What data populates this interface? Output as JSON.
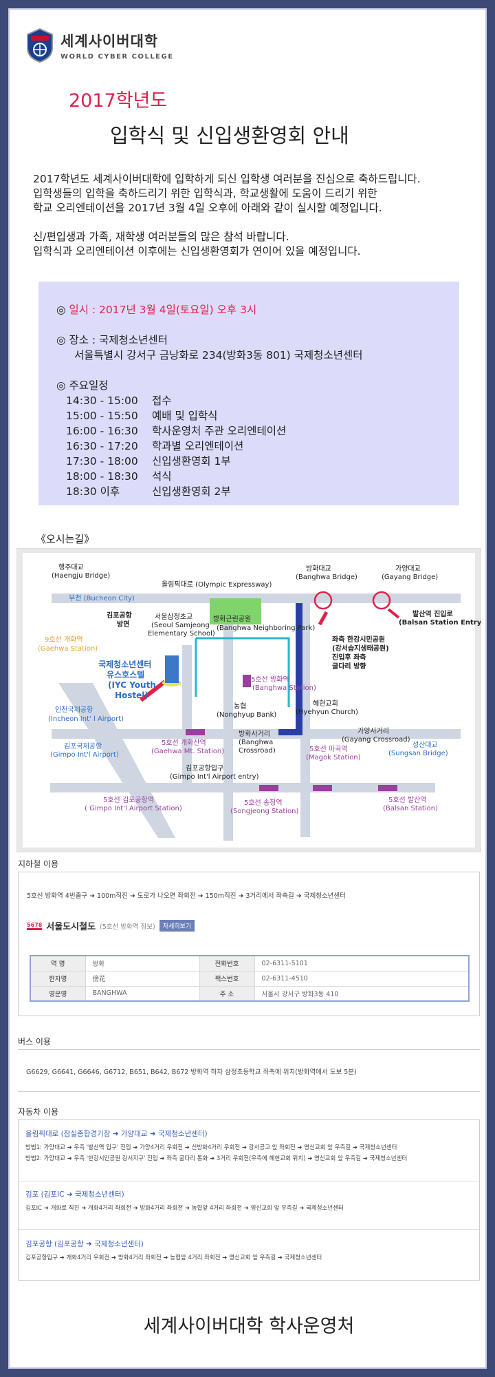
{
  "header": {
    "logo_ko": "세계사이버대학",
    "logo_en": "WORLD CYBER COLLEGE",
    "year": "2017학년도",
    "title": "입학식 및 신입생환영회 안내"
  },
  "intro": {
    "p1": [
      "2017학년도 세계사이버대학에 입학하게 되신 입학생 여러분을 진심으로 축하드립니다.",
      "입학생들의 입학을 축하드리기 위한 입학식과, 학교생활에 도움이 드리기 위한",
      "학교 오리엔테이션을 2017년 3월 4일 오후에 아래와 같이 실시할 예정입니다."
    ],
    "p2": [
      "신/편입생과 가족, 재학생 여러분들의 많은 참석 바랍니다.",
      "입학식과 오리엔테이션 이후에는 신입생환영회가 연이어 있을 예정입니다."
    ]
  },
  "info": {
    "date_prefix": "◎ ",
    "date": "일시 : 2017년 3월 4일(토요일) 오후 3시",
    "place_label": "◎ 장소 : 국제청소년센터",
    "place_addr": "서울특별시 강서구 금낭화로 234(방화3동 801) 국제청소년센터",
    "schedule_label": "◎ 주요일정",
    "schedule": [
      {
        "time": "14:30 - 15:00",
        "event": "접수"
      },
      {
        "time": "15:00 - 15:50",
        "event": "예배 및 입학식"
      },
      {
        "time": "16:00 - 16:30",
        "event": "학사운영처 주관 오리엔테이션"
      },
      {
        "time": "16:30 - 17:20",
        "event": "학과별 오리엔테이션"
      },
      {
        "time": "17:30 - 18:00",
        "event": "신입생환영회 1부"
      },
      {
        "time": "18:00 - 18:30",
        "event": "석식"
      },
      {
        "time": "18:30 이후",
        "event": "신입생환영회 2부"
      }
    ]
  },
  "directions_title": "《오시는길》",
  "map": {
    "haengju": "행주대교",
    "haengju_en": "(Haengju Bridge)",
    "olympic": "올림픽대로 (Olympic Expressway)",
    "banghwa_br": "방화대교",
    "banghwa_br_en": "(Banghwa Bridge)",
    "gayang_br": "가양대교",
    "gayang_br_en": "(Gayang Bridge)",
    "bucheon": "부천 (Bucheon City)",
    "airport_dir": "김포공항",
    "airport_dir2": "방면",
    "seoul_samjeong": "서울삼정초교",
    "seoul_samjeong_en1": "(Seoul Samjeong",
    "seoul_samjeong_en2": "Elementary School)",
    "park": "방화근린공원",
    "park_en": "(Banghwa Neighboring Park)",
    "balsan_entry": "발산역 진입로",
    "balsan_entry_en": "(Balsan Station Entry)",
    "gaehwa9": "9호선 개화역",
    "gaehwa9_en": "(Gaehwa Station)",
    "iyc1": "국제청소년센터",
    "iyc2": "유스호스텔",
    "iyc3": "(IYC Youth",
    "iyc4": "Hostel)",
    "banghwa_st": "5호선 방화역",
    "banghwa_st_en": "(Banghwa Station)",
    "left_turn1": "좌측 한강시민공원",
    "left_turn2": "(강서습지생태공원)",
    "left_turn3": "진입후 좌측",
    "left_turn4": "굴다리 방향",
    "incheon": "인천국제공항",
    "incheon_en": "(Incheon Int' l Airport)",
    "nonghyup": "농협",
    "nonghyup_en": "(Nonghyup Bank)",
    "hyehyun": "혜현교회",
    "hyehyun_en": "(Hyehyun Church)",
    "gimpo_intl": "김포국제공항",
    "gimpo_intl_en": "(Gimpo Int'l Airport)",
    "gaehwasan": "5호선 개화산역",
    "gaehwasan_en": "(Gaehwa Mt. Station)",
    "banghwa_x": "방화사거리",
    "banghwa_x_en1": "(Banghwa",
    "banghwa_x_en2": "Crossroad)",
    "gayang_x": "가양사거리",
    "gayang_x_en": "(Gayang Crossroad)",
    "magok": "5호선 마곡역",
    "magok_en": "(Magok Station)",
    "sungsan": "성산대교",
    "sungsan_en": "(Sungsan Bridge)",
    "gimpo_entry": "김포공항입구",
    "gimpo_entry_en": "(Gimpo Int'l Airport entry)",
    "gimpo_st": "5호선 김포공항역",
    "gimpo_st_en": "( Gimpo Int'l Airport Station)",
    "songjeong": "5호선 송정역",
    "songjeong_en": "(Songjeong Station)",
    "balsan": "5호선 발산역",
    "balsan_en": "(Balsan Station)"
  },
  "subway": {
    "heading": "지하철 이용",
    "route": "5호선 방화역 4번출구 ➜ 100m직진 ➜ 도로가 나오면 좌회전 ➜ 150m직진 ➜ 3거리에서 좌측길 ➜ 국제청소년센터",
    "badge": "5678",
    "brand": "서울도시철도",
    "brand_sub": "(5호선 방화역 정보)",
    "detail_btn": "자세히보기",
    "table": [
      [
        "역 명",
        "방화",
        "전화번호",
        "02-6311-5101"
      ],
      [
        "한자명",
        "傍花",
        "팩스번호",
        "02-6311-4510"
      ],
      [
        "영문명",
        "BANGHWA",
        "주 소",
        "서울시 강서구 방화3동 410"
      ]
    ]
  },
  "bus": {
    "heading": "버스 이용",
    "route": "G6629, G6641, G6646, G6712, B651, B642, B672 방화역 하차 삼정초등학교 좌측에 위치(방화역에서 도보 5분)"
  },
  "car": {
    "heading": "자동차 이용",
    "s1_title": "올림픽대로 (잠실종합경기장 ➜ 가양대교 ➜ 국제청소년센터)",
    "s1_l1": "방법1: 가양대교 ➜ 우측 '발산역 입구' 진입 ➜ 가양4거리 우회전 ➜ 신방화4거리 우회전 ➜ 강서공고 앞 좌회전 ➜ 영신교회 앞 우측길 ➜ 국제청소년센터",
    "s1_l2": "방법2: 가양대교 ➜ 우측 '한강시민공원 강서지구' 진입 ➜ 좌측 굴다리 통화 ➜ 3거리 우회전(우측에 혜현교회 위치) ➜ 영신교회 앞 우측길 ➜ 국제청소년센터",
    "s2_title": "김포 (김포IC ➜ 국제청소년센터)",
    "s2_l1": "김포IC ➜ 개화로 직진 ➜ 개화4거리 좌회전 ➜ 방화4거리 좌회전 ➜ 농협앞 4거리 좌회전 ➜ 영신교회 앞 우측길 ➜ 국제청소년센터",
    "s3_title": "김포공항 (김포공항 ➜ 국제청소년센터)",
    "s3_l1": "김포공항입구 ➜ 개화4거리 우회전 ➜ 방화4거리 좌회전 ➜ 농협앞 4거리 좌회전 ➜ 영신교회 앞 우측길 ➜ 국제청소년센터"
  },
  "footer": "세계사이버대학 학사운영처",
  "colors": {
    "accent_red": "#e0204a",
    "infobox_bg": "#dcdcfa",
    "page_bg": "#3d4a78",
    "subway_purple": "#9b3f9e"
  }
}
